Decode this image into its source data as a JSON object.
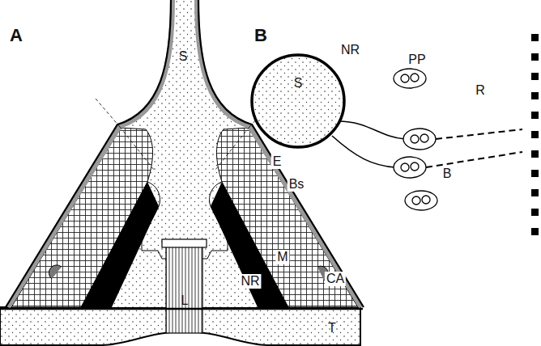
{
  "diagram": {
    "nodes": [
      {
        "text": [
          "S",
          "NR"
        ]
      }
    ],
    "labels": [
      "A",
      "B",
      "S",
      "E",
      "Bs",
      "M",
      "NR",
      "CA",
      "L",
      "T",
      "PP",
      "R",
      "B"
    ]
  }
}
